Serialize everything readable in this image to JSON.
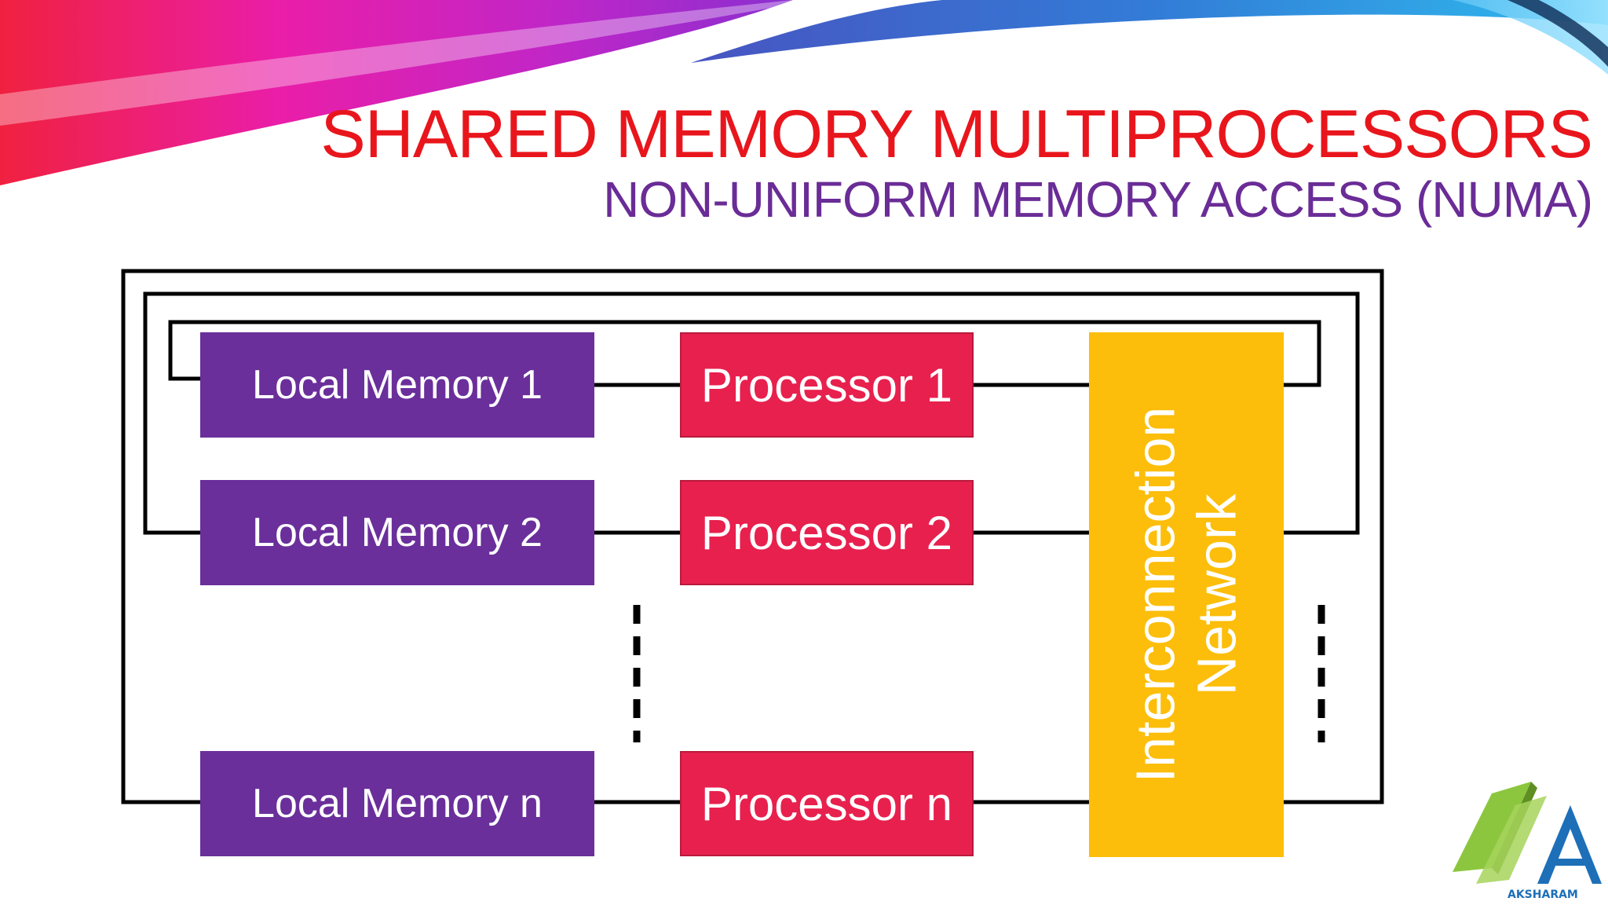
{
  "slide": {
    "title": "SHARED MEMORY MULTIPROCESSORS",
    "subtitle": "NON-UNIFORM MEMORY ACCESS (NUMA)"
  },
  "diagram": {
    "memories": [
      "Local Memory 1",
      "Local Memory 2",
      "Local Memory n"
    ],
    "processors": [
      "Processor 1",
      "Processor 2",
      "Processor n"
    ],
    "network": [
      "Interconnection",
      "Network"
    ]
  },
  "logo": {
    "text": "AKSHARAM"
  },
  "colors": {
    "title": "#e8161c",
    "subtitle": "#6a2c96",
    "memory": "#6a2f9b",
    "processor": "#e8204e",
    "network": "#fcbe0a",
    "line": "#000000"
  }
}
